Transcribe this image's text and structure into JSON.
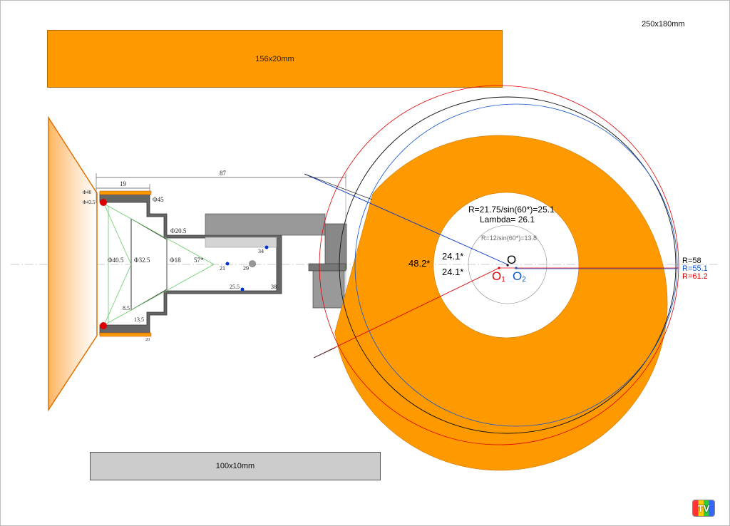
{
  "sheet_size": "250x180mm",
  "strips": {
    "orange_label": "156x20mm",
    "gray_label": "100x10mm"
  },
  "cone_drawing": {
    "dim_top_short": "19",
    "dim_top_long": "87",
    "phi48": "Φ48",
    "phi43_5": "Φ43.5",
    "phi45": "Φ45",
    "phi20_5": "Φ20.5",
    "phi40_5": "Φ40.5",
    "phi32_5": "Φ32.5",
    "phi18": "Φ18",
    "angle57": "57*",
    "d21": "21",
    "d29": "29",
    "d34": "34",
    "d25_5": "25.5",
    "d38": "38",
    "d8_5": "8.5",
    "d13_5": "13.5",
    "d20": "20"
  },
  "sector_drawing": {
    "formula_r": "R=21.75/sin(60*)=25.1",
    "lambda": "Lambda= 26.1",
    "inner_formula": "R=12/sin(60*)=13.8",
    "total_angle": "48.2*",
    "half_angle_top": "24.1*",
    "half_angle_bottom": "24.1*",
    "center_o": "O",
    "center_o1": "O",
    "center_o1_sub": "1",
    "center_o2": "O",
    "center_o2_sub": "2",
    "r58": "R=58",
    "r55_1": "R=55.1",
    "r61_2": "R=61.2"
  },
  "colors": {
    "orange": "#ff9900",
    "gray": "#cccccc",
    "red": "#dd0000",
    "blue": "#0033cc",
    "green": "#66cc66"
  },
  "logo": {
    "text": "TV"
  }
}
